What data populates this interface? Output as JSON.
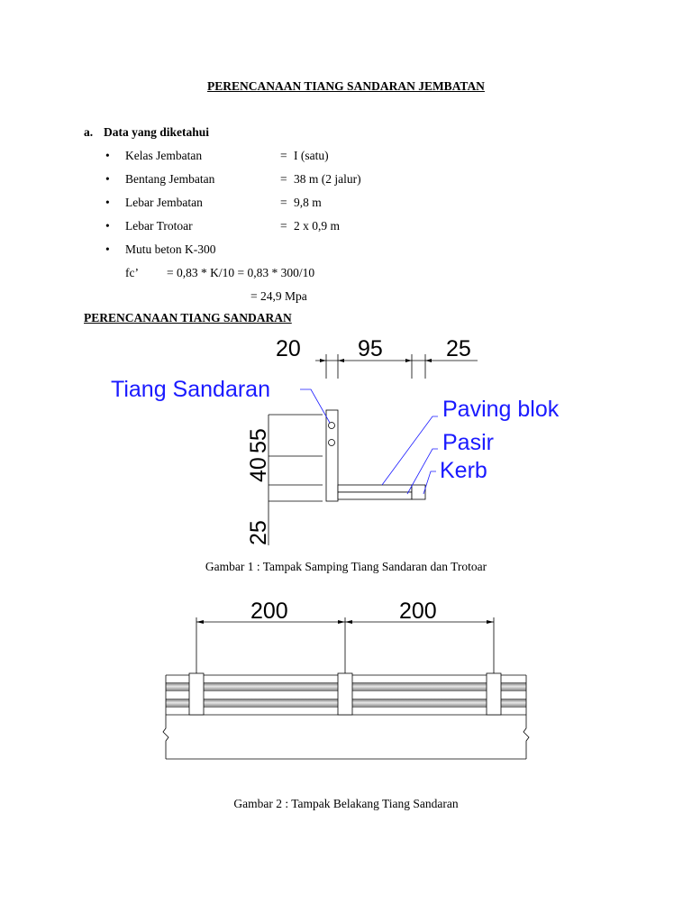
{
  "title": "PERENCANAAN TIANG SANDARAN JEMBATAN",
  "section_a": {
    "letter": "a.",
    "label": "Data yang diketahui"
  },
  "data_rows": [
    {
      "label": "Kelas Jembatan",
      "eq": "=",
      "value": "I (satu)"
    },
    {
      "label": "Bentang Jembatan",
      "eq": "=",
      "value": "38 m (2 jalur)"
    },
    {
      "label": "Lebar Jembatan",
      "eq": "=",
      "value": "9,8 m"
    },
    {
      "label": "Lebar Trotoar",
      "eq": "=",
      "value": "2 x 0,9 m"
    },
    {
      "label": "Mutu beton K-300",
      "eq": "",
      "value": ""
    }
  ],
  "fc": {
    "symbol": "fc’",
    "expr1": "= 0,83 * K/10  = 0,83 * 300/10",
    "expr2": "= 24,9 Mpa"
  },
  "subsection_title": "PERENCANAAN TIANG SANDARAN",
  "figure1": {
    "dims_top": [
      "20",
      "95",
      "25"
    ],
    "dims_left": [
      "55",
      "40",
      "25"
    ],
    "labels": {
      "tiang": "Tiang Sandaran",
      "paving": "Paving blok",
      "pasir": "Pasir",
      "kerb": "Kerb"
    },
    "label_color": "#1a1aff",
    "caption": "Gambar 1 : Tampak Samping Tiang Sandaran dan Trotoar"
  },
  "figure2": {
    "dims": [
      "200",
      "200"
    ],
    "caption": "Gambar 2 : Tampak Belakang Tiang Sandaran"
  }
}
